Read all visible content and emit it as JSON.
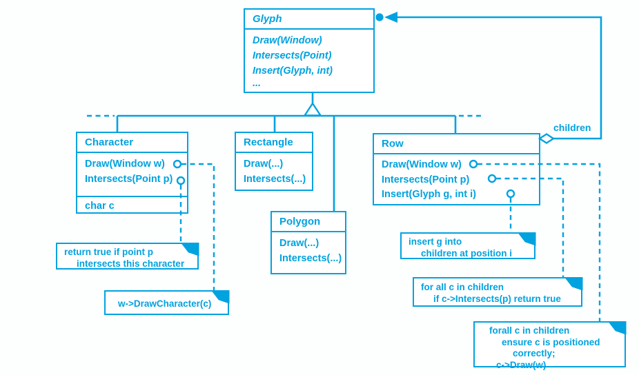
{
  "colors": {
    "ink": "#00a2df",
    "paper": "#fdfefe"
  },
  "classes": {
    "glyph": {
      "name": "Glyph",
      "methods": [
        "Draw(Window)",
        "Intersects(Point)",
        "Insert(Glyph, int)",
        "..."
      ]
    },
    "character": {
      "name": "Character",
      "methods": [
        "Draw(Window w)",
        "Intersects(Point p)"
      ],
      "attributes": [
        "char c"
      ]
    },
    "rectangle": {
      "name": "Rectangle",
      "methods": [
        "Draw(...)",
        "Intersects(...)"
      ]
    },
    "polygon": {
      "name": "Polygon",
      "methods": [
        "Draw(...)",
        "Intersects(...)"
      ]
    },
    "row": {
      "name": "Row",
      "methods": [
        "Draw(Window w)",
        "Intersects(Point p)",
        "Insert(Glyph g, int i)"
      ]
    }
  },
  "labels": {
    "children": "children"
  },
  "notes": {
    "intersects_character": {
      "lines": [
        "return true if point p",
        "intersects this character"
      ]
    },
    "draw_character": {
      "lines": [
        "w->DrawCharacter(c)"
      ]
    },
    "insert_row": {
      "lines": [
        "insert g into",
        "children at position i"
      ]
    },
    "intersects_row": {
      "lines": [
        "for all c in children",
        "if c->Intersects(p) return true"
      ]
    },
    "draw_row": {
      "lines": [
        "forall c in children",
        "ensure c is positioned",
        "correctly;",
        "c->Draw(w)"
      ]
    }
  }
}
